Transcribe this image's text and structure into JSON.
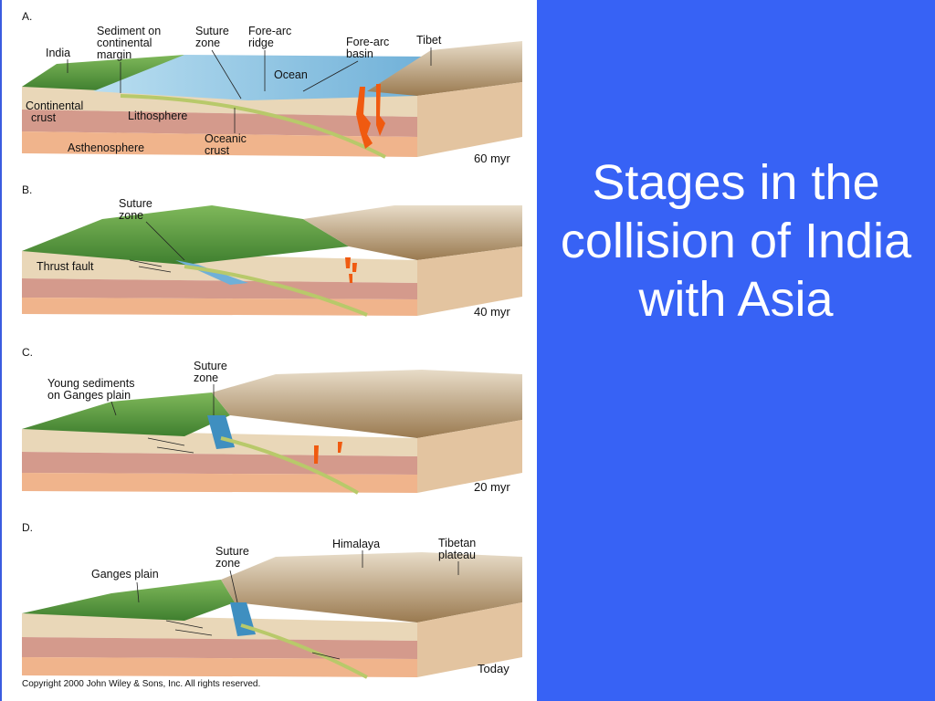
{
  "slide": {
    "title": "Stages in the collision of India with Asia"
  },
  "colors": {
    "background_right": "#3762f5",
    "title_text": "#ffffff",
    "green_surface": "#5a9a3a",
    "ocean": "#8ec6e6",
    "continental_crust": "#e9d7b8",
    "lithosphere": "#d49a8c",
    "asthenosphere": "#f0b48c",
    "magma": "#f05a10"
  },
  "figure": {
    "panels": [
      {
        "letter": "A.",
        "age": "60 myr",
        "labels": {
          "india": "India",
          "sediment_1": "Sediment on",
          "sediment_2": "continental",
          "sediment_3": "margin",
          "suture_1": "Suture",
          "suture_2": "zone",
          "forearc_ridge_1": "Fore-arc",
          "forearc_ridge_2": "ridge",
          "forearc_basin_1": "Fore-arc",
          "forearc_basin_2": "basin",
          "tibet": "Tibet",
          "ocean": "Ocean",
          "cont_crust_1": "Continental",
          "cont_crust_2": "crust",
          "lithosphere": "Lithosphere",
          "oceanic_1": "Oceanic",
          "oceanic_2": "crust",
          "asthenosphere": "Asthenosphere"
        }
      },
      {
        "letter": "B.",
        "age": "40 myr",
        "labels": {
          "suture_1": "Suture",
          "suture_2": "zone",
          "thrust": "Thrust fault"
        }
      },
      {
        "letter": "C.",
        "age": "20 myr",
        "labels": {
          "young_1": "Young sediments",
          "young_2": "on Ganges plain",
          "suture_1": "Suture",
          "suture_2": "zone"
        }
      },
      {
        "letter": "D.",
        "age": "Today",
        "labels": {
          "ganges": "Ganges plain",
          "suture_1": "Suture",
          "suture_2": "zone",
          "himalaya": "Himalaya",
          "tibetan_1": "Tibetan",
          "tibetan_2": "plateau"
        }
      }
    ],
    "copyright": "Copyright 2000 John Wiley & Sons, Inc. All rights reserved."
  }
}
